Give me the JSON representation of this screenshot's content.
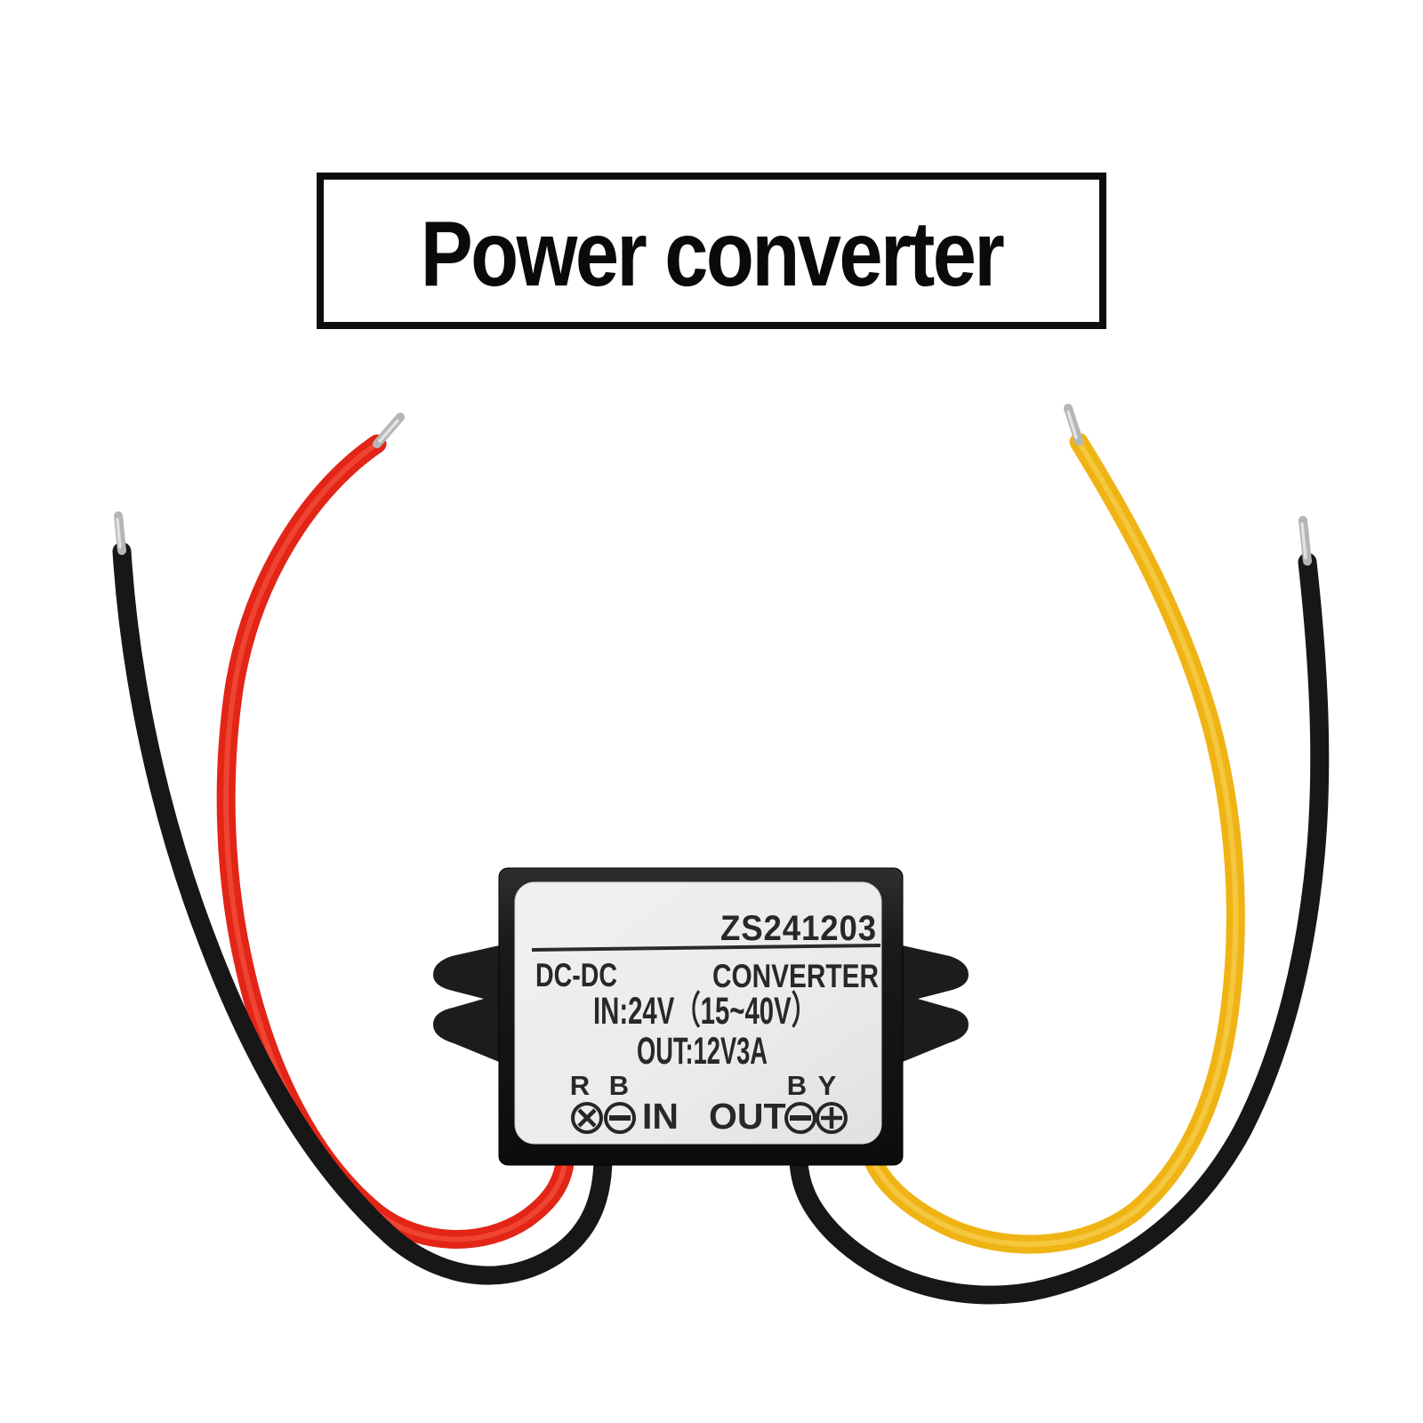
{
  "banner": {
    "title": "Power converter"
  },
  "device": {
    "model_number": "ZS241203",
    "family": "DC-DC",
    "category": "CONVERTER",
    "input_spec": "IN:24V（15~40V）",
    "output_spec": "OUT:12V3A",
    "terminals": {
      "in": {
        "label": "IN",
        "wire_letters": {
          "red": "R",
          "black": "B"
        },
        "screws": [
          "phillips",
          "slotted"
        ]
      },
      "out": {
        "label": "OUT",
        "wire_letters": {
          "black": "B",
          "yellow": "Y"
        },
        "screws": [
          "slotted",
          "phillips"
        ]
      }
    }
  },
  "wires": {
    "left": {
      "red": "#e22517",
      "black": "#171717"
    },
    "right": {
      "yellow": "#efb414",
      "black": "#171717"
    },
    "tip": "#b5b5b5",
    "tip_highlight": "#e2e2e2"
  },
  "colors": {
    "background": "#ffffff",
    "banner_border": "#0d0d0d",
    "banner_text": "#0a0a0a",
    "case": "#1a1a1a",
    "label": "#ececec",
    "label_text": "#282828"
  }
}
